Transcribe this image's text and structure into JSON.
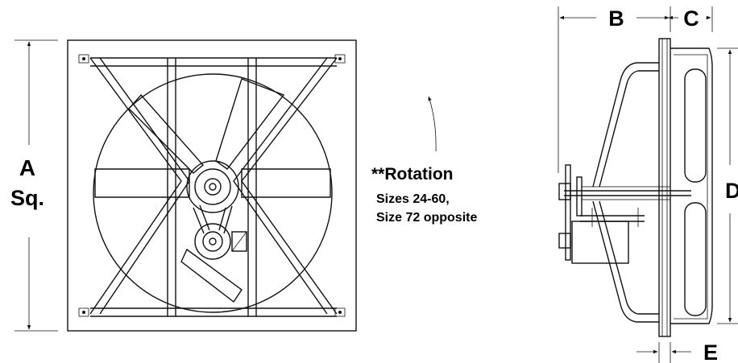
{
  "front_view": {
    "dimension_a_letter": "A",
    "dimension_a_suffix": "Sq."
  },
  "rotation_note": {
    "title": "**Rotation",
    "line1": "Sizes 24-60,",
    "line2": "Size 72 opposite"
  },
  "side_view": {
    "dimension_b": "B",
    "dimension_c": "C",
    "dimension_d": "D",
    "dimension_e": "E"
  }
}
